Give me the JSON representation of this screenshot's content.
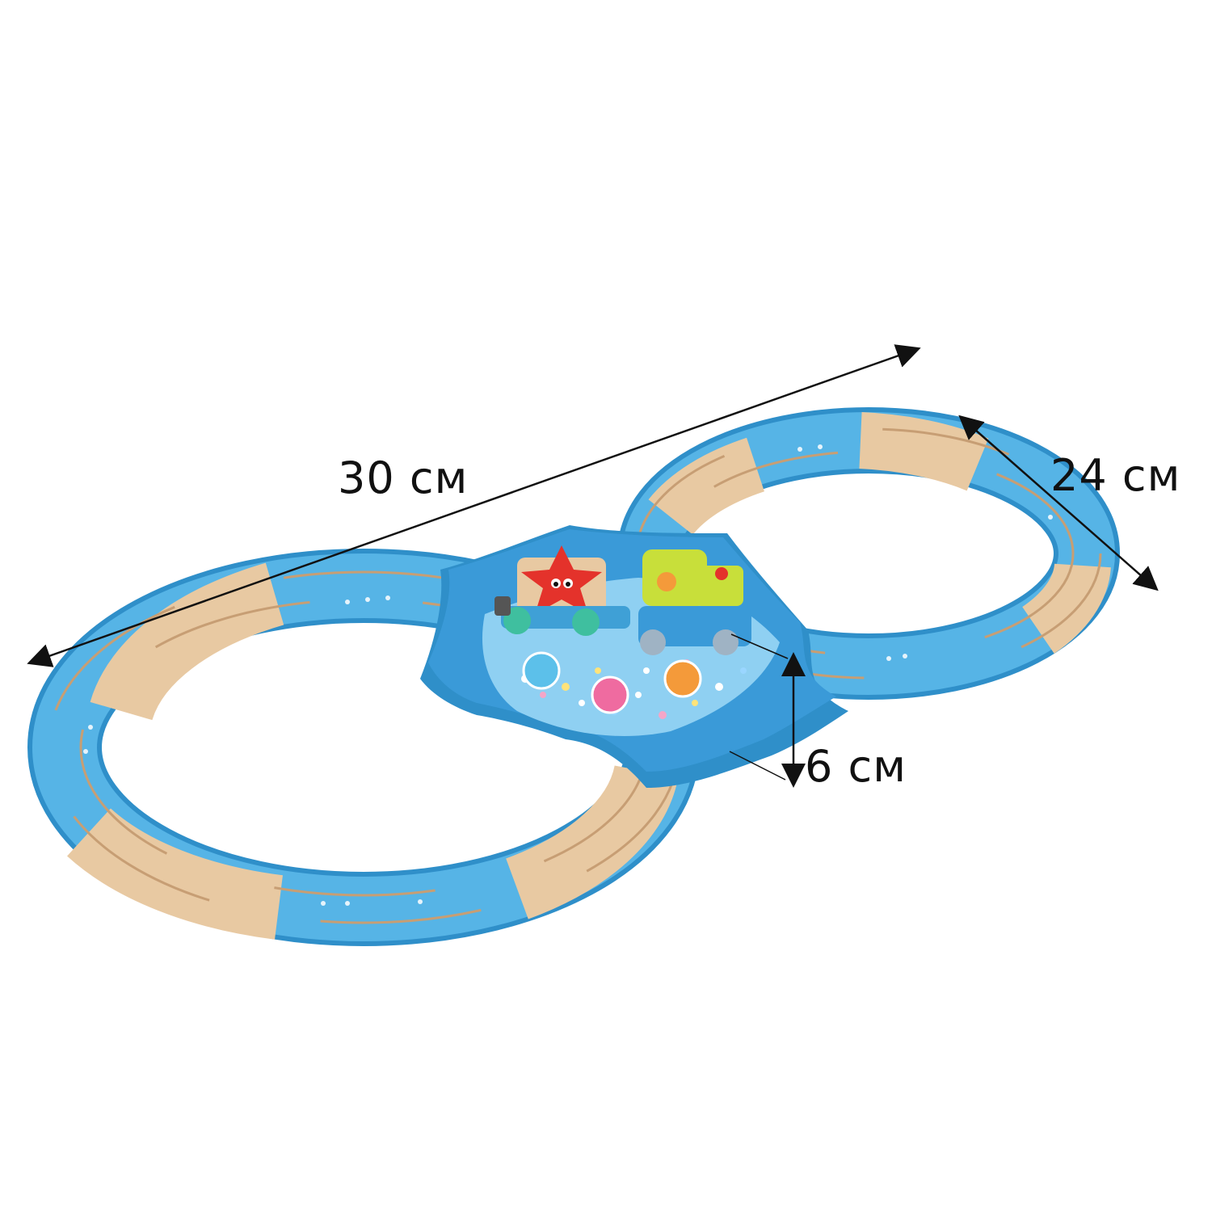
{
  "dimensions": {
    "length": "30 см",
    "width": "24 см",
    "height": "6 см"
  },
  "colors": {
    "track_blue": "#56b4e6",
    "track_blue_dark": "#2f8fc9",
    "wood": "#e8c9a2",
    "wood_dark": "#c79e74",
    "platform_blue": "#3a9ad8",
    "starfish_red": "#e4322b",
    "engine_yellow": "#c8df3a"
  }
}
